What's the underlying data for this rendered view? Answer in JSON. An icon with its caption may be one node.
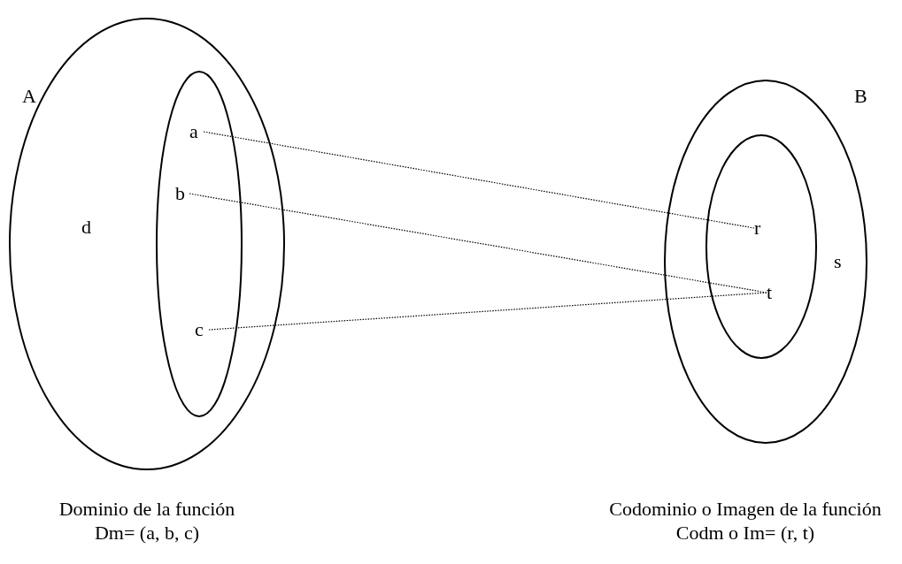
{
  "diagram": {
    "nodes": [
      {
        "text": [
          "A"
        ]
      },
      {
        "text": [],
        "shape": "ellipse",
        "in": 0
      },
      {
        "text": [
          "a"
        ],
        "in": 1
      },
      {
        "text": [
          "b"
        ],
        "in": 1
      },
      {
        "text": [
          "c"
        ],
        "in": 1
      },
      {
        "text": [
          "d"
        ],
        "in": 0
      },
      {
        "text": [
          "B"
        ]
      },
      {
        "text": [],
        "shape": "ellipse",
        "in": 6
      },
      {
        "text": [
          "r"
        ],
        "in": 7
      },
      {
        "text": [
          "s"
        ],
        "in": 6
      },
      {
        "text": [
          "t"
        ],
        "in": 7
      }
    ],
    "edges": [
      {
        "from": 2,
        "to": 8,
        "arrow": "none"
      },
      {
        "from": 3,
        "to": 10,
        "arrow": "none"
      },
      {
        "from": 4,
        "to": 10,
        "arrow": "none"
      }
    ],
    "labels": [
      "Dominio de la función",
      "Dm= (a, b, c)",
      "Codominio o Imagen de la función",
      "Codm o Im= (r, t)"
    ]
  }
}
